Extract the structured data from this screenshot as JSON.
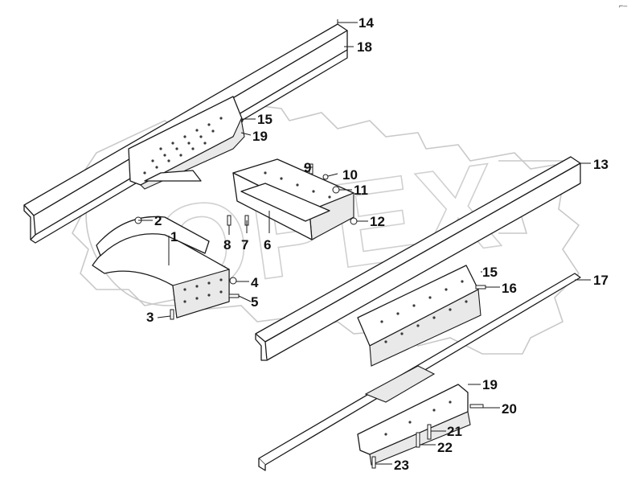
{
  "colors": {
    "ink": "#1a1a1a",
    "watermark": "#c9c9c9",
    "background": "#ffffff"
  },
  "callouts": [
    {
      "id": "c1",
      "label": "1"
    },
    {
      "id": "c2",
      "label": "2"
    },
    {
      "id": "c3",
      "label": "3"
    },
    {
      "id": "c4",
      "label": "4"
    },
    {
      "id": "c5",
      "label": "5"
    },
    {
      "id": "c6",
      "label": "6"
    },
    {
      "id": "c7",
      "label": "7"
    },
    {
      "id": "c8",
      "label": "8"
    },
    {
      "id": "c9",
      "label": "9"
    },
    {
      "id": "c10",
      "label": "10"
    },
    {
      "id": "c11",
      "label": "11"
    },
    {
      "id": "c12",
      "label": "12"
    },
    {
      "id": "c13",
      "label": "13"
    },
    {
      "id": "c14",
      "label": "14"
    },
    {
      "id": "c15a",
      "label": "15"
    },
    {
      "id": "c15b",
      "label": "15"
    },
    {
      "id": "c16",
      "label": "16"
    },
    {
      "id": "c17",
      "label": "17"
    },
    {
      "id": "c18",
      "label": "18"
    },
    {
      "id": "c19a",
      "label": "19"
    },
    {
      "id": "c19b",
      "label": "19"
    },
    {
      "id": "c20",
      "label": "20"
    },
    {
      "id": "c21",
      "label": "21"
    },
    {
      "id": "c22",
      "label": "22"
    },
    {
      "id": "c23",
      "label": "23"
    }
  ],
  "watermark": {
    "logo": "gear-logo",
    "text": "OPEX"
  },
  "corner_mark": {
    "text": "⌐–"
  }
}
